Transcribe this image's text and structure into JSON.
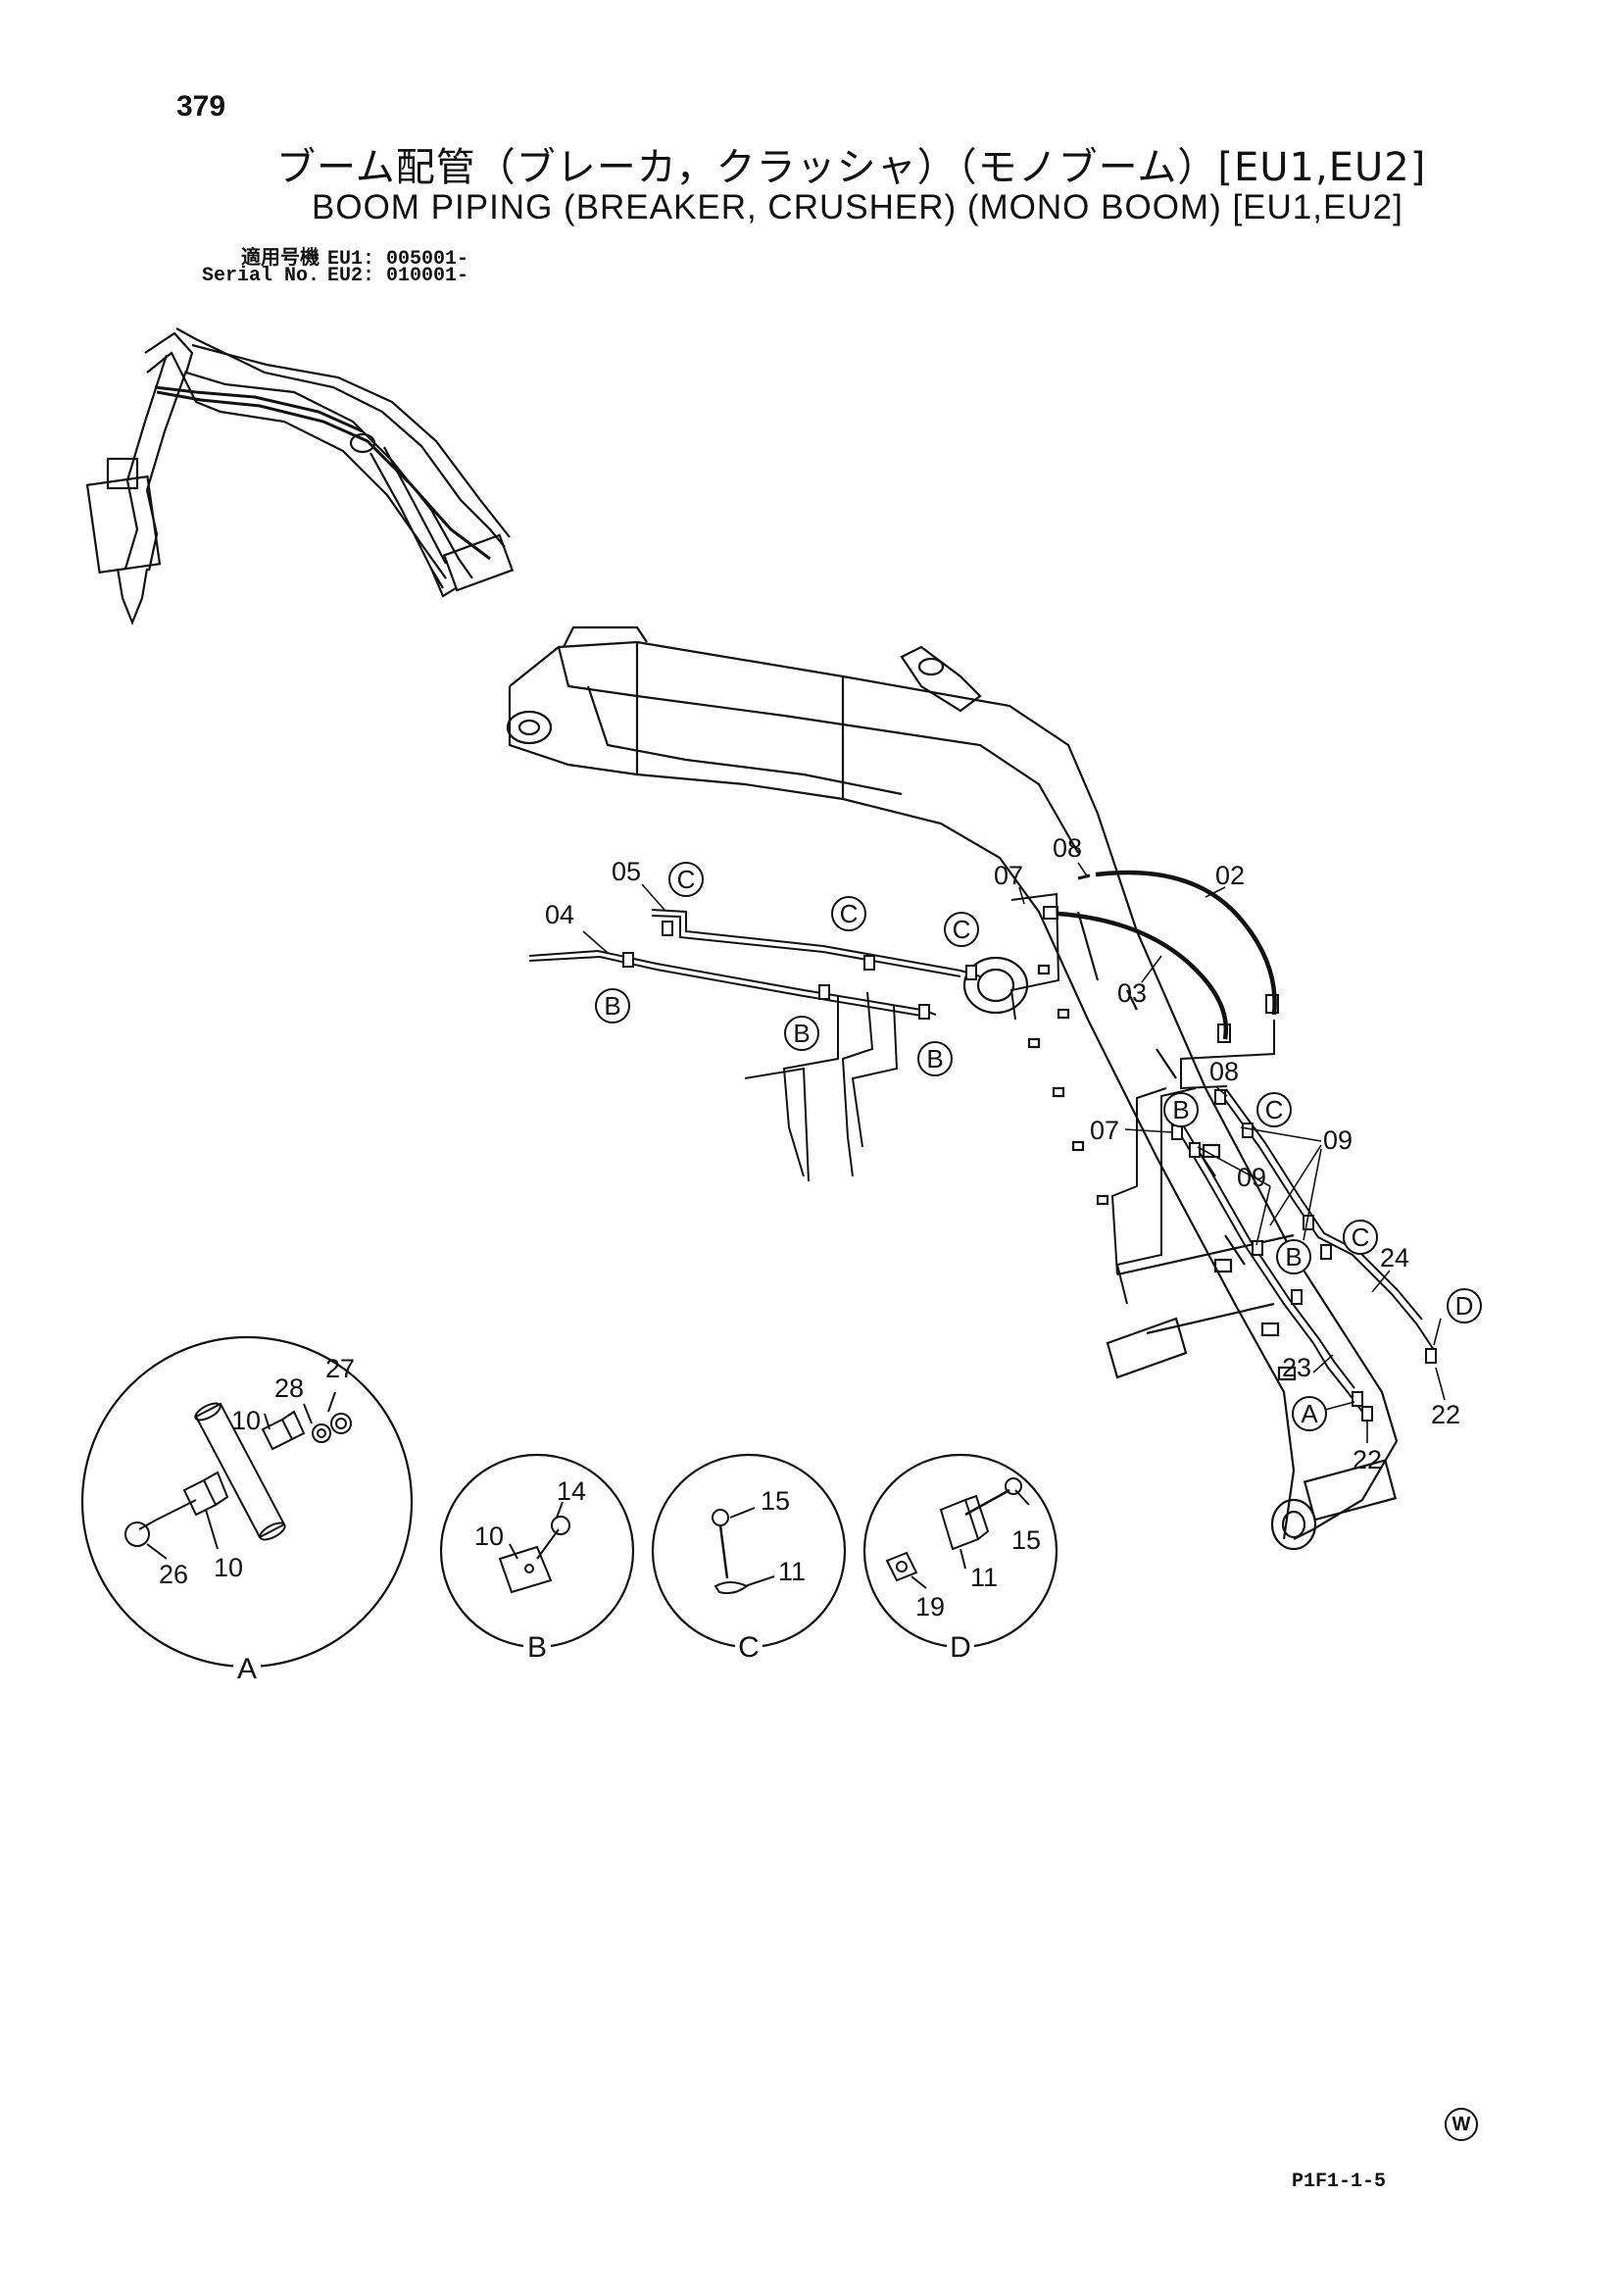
{
  "page_number": "379",
  "title_jp": "ブーム配管（ブレーカ，クラッシャ）（モノブーム）[EU1,EU2]",
  "title_en": "BOOM PIPING (BREAKER, CRUSHER) (MONO BOOM) [EU1,EU2]",
  "serial": {
    "label_jp": "適用号機",
    "label_en": "Serial No.",
    "eu1": "EU1: 005001-",
    "eu2": "EU2: 010001-"
  },
  "callouts": {
    "c02": "02",
    "c03": "03",
    "c04": "04",
    "c05": "05",
    "c07a": "07",
    "c07b": "07",
    "c08a": "08",
    "c08b": "08",
    "c09a": "09",
    "c09b": "09",
    "c22a": "22",
    "c22b": "22",
    "c23": "23",
    "c24": "24"
  },
  "clamp_letters": {
    "b1": "B",
    "b2": "B",
    "b3": "B",
    "b4": "B",
    "b5": "B",
    "c1": "C",
    "c2": "C",
    "c3": "C",
    "c4": "C",
    "c5": "C",
    "a1": "A",
    "d1": "D"
  },
  "details": [
    {
      "label": "A",
      "parts": [
        "27",
        "28",
        "10",
        "10",
        "26"
      ]
    },
    {
      "label": "B",
      "parts": [
        "14",
        "10"
      ]
    },
    {
      "label": "C",
      "parts": [
        "15",
        "11"
      ]
    },
    {
      "label": "D",
      "parts": [
        "15",
        "11",
        "19"
      ]
    }
  ],
  "symbol_w": "W",
  "drawing_code": "P1F1-1-5"
}
